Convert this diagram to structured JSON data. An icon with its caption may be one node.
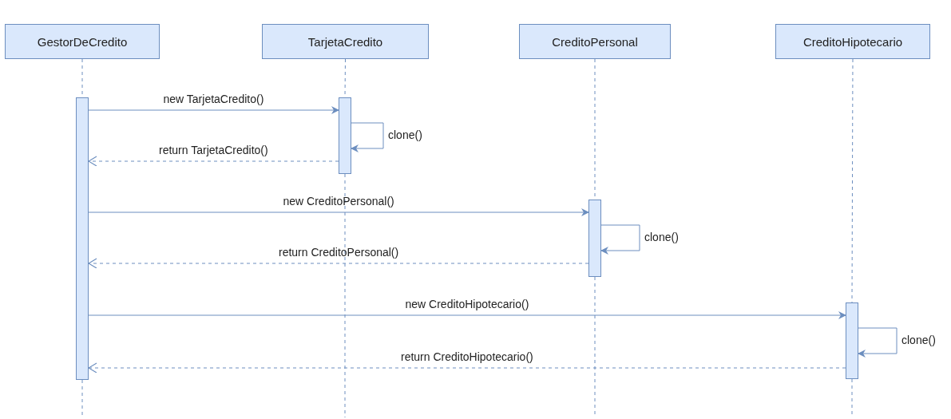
{
  "diagram": {
    "nodes": [
      {
        "text": [
          "GestorDeCredito"
        ]
      },
      {
        "text": [
          "TarjetaCredito"
        ]
      },
      {
        "text": [
          "CreditoPersonal"
        ]
      },
      {
        "text": [
          "CreditoHipotecario"
        ]
      },
      {
        "text": [],
        "shape": "bar"
      },
      {
        "text": [],
        "shape": "bar"
      },
      {
        "text": [],
        "shape": "bar"
      },
      {
        "text": [],
        "shape": "bar"
      }
    ],
    "edges": [
      {
        "from": 0,
        "to": 4,
        "arrow": "none",
        "style": "dashed"
      },
      {
        "from": 1,
        "to": 5,
        "arrow": "none",
        "style": "dashed"
      },
      {
        "from": 2,
        "to": 6,
        "arrow": "none",
        "style": "dashed"
      },
      {
        "from": 3,
        "to": 7,
        "arrow": "none",
        "style": "dashed"
      },
      {
        "from": 4,
        "to": 5,
        "arrow": "to",
        "label": "new TarjetaCredito()"
      },
      {
        "from": 5,
        "to": 5,
        "arrow": "to",
        "label": "clone()"
      },
      {
        "from": 5,
        "to": 4,
        "arrow": "to",
        "label": "return TarjetaCredito()",
        "style": "dashed"
      },
      {
        "from": 4,
        "to": 6,
        "arrow": "to",
        "label": "new CreditoPersonal()"
      },
      {
        "from": 6,
        "to": 6,
        "arrow": "to",
        "label": "clone()"
      },
      {
        "from": 6,
        "to": 4,
        "arrow": "to",
        "label": "return CreditoPersonal()",
        "style": "dashed"
      },
      {
        "from": 4,
        "to": 7,
        "arrow": "to",
        "label": "new CreditoHipotecario()"
      },
      {
        "from": 7,
        "to": 7,
        "arrow": "to",
        "label": "clone()"
      },
      {
        "from": 7,
        "to": 4,
        "arrow": "to",
        "label": "return CreditoHipotecario()",
        "style": "dashed"
      }
    ]
  }
}
